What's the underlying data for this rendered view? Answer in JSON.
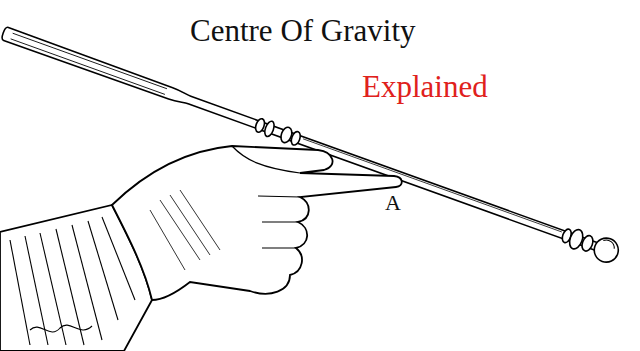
{
  "diagram": {
    "title": "Centre Of Gravity",
    "labels": [
      "Explained",
      "A"
    ]
  }
}
